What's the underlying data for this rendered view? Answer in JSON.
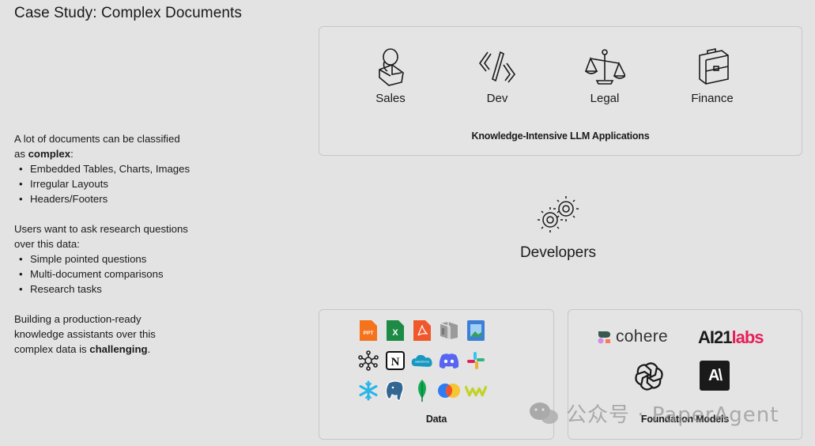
{
  "title": "Case Study: Complex Documents",
  "left": {
    "intro_a": "A lot of documents can be classified",
    "intro_b": "as ",
    "intro_bold": "complex",
    "intro_colon": ":",
    "complex_items": [
      "Embedded Tables, Charts, Images",
      "Irregular Layouts",
      "Headers/Footers"
    ],
    "users_a": "Users want to ask research questions",
    "users_b": "over this data:",
    "question_items": [
      "Simple pointed questions",
      "Multi-document comparisons",
      "Research tasks"
    ],
    "building_a": "Building a production-ready",
    "building_b": "knowledge assistants over this",
    "building_c": "complex data is ",
    "building_bold": "challenging",
    "building_end": "."
  },
  "apps_panel": {
    "items": [
      {
        "label": "Sales",
        "icon": "person-icon"
      },
      {
        "label": "Dev",
        "icon": "code-icon"
      },
      {
        "label": "Legal",
        "icon": "scales-icon"
      },
      {
        "label": "Finance",
        "icon": "briefcase-icon"
      }
    ],
    "caption": "Knowledge-Intensive LLM Applications"
  },
  "developers": {
    "label": "Developers",
    "icon": "gears-icon"
  },
  "data_panel": {
    "caption": "Data",
    "logos": [
      {
        "name": "ppt-icon",
        "text": "PPT",
        "color": "#f4731c"
      },
      {
        "name": "excel-icon",
        "text": "X",
        "color": "#1d8a45"
      },
      {
        "name": "pdf-icon",
        "text": "",
        "color": "#f0582b"
      },
      {
        "name": "stack-icon",
        "text": "",
        "color": "#8a8a8a"
      },
      {
        "name": "image-icon",
        "text": "",
        "color": "#3d7fd6"
      },
      {
        "name": "notion-icon",
        "text": "N",
        "color": "#111111"
      },
      {
        "name": "salesforce-icon",
        "text": "salesforce",
        "color": "#1798c1"
      },
      {
        "name": "discord-icon",
        "text": "",
        "color": "#5865f2"
      },
      {
        "name": "slack-icon",
        "text": "",
        "color": "#e01e5a"
      },
      {
        "name": "snowflake-icon",
        "text": "",
        "color": "#29b5e8"
      },
      {
        "name": "postgres-icon",
        "text": "",
        "color": "#336791"
      },
      {
        "name": "mongodb-icon",
        "text": "",
        "color": "#13aa52"
      },
      {
        "name": "circles-icon",
        "text": "",
        "color": "#f2502f"
      },
      {
        "name": "wave-icon",
        "text": "",
        "color": "#c3d22a"
      },
      {
        "name": "cube-icon",
        "text": "",
        "color": "#222222"
      }
    ]
  },
  "models_panel": {
    "caption": "Foundation Models",
    "cohere": "cohere",
    "ai21_a": "AI21",
    "ai21_b": "labs",
    "anthropic": "A\\"
  },
  "watermark": "公众号 · PaperAgent"
}
